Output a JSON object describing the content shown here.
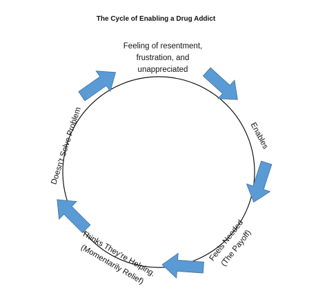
{
  "diagram": {
    "title": "The Cycle of Enabling a Drug Addict",
    "top_label": {
      "line1": "Feeling of resentment,",
      "line2": "frustration, and",
      "line3": "unappreciated"
    },
    "right_label": "Enables",
    "bottom_right_label": {
      "line1": "Feels Needed",
      "line2": "(The Payoff)"
    },
    "bottom_left_label": {
      "line1": "Thinks They’re Helping.",
      "line2": "(Momentarily Relief)"
    },
    "left_label": "Doesn’t Solve Problem",
    "colors": {
      "arrow_fill": "#5b9bd5",
      "arrow_stroke": "#41719c",
      "circle_stroke": "#111111"
    },
    "arrow_icon": "block-arrow-icon"
  }
}
